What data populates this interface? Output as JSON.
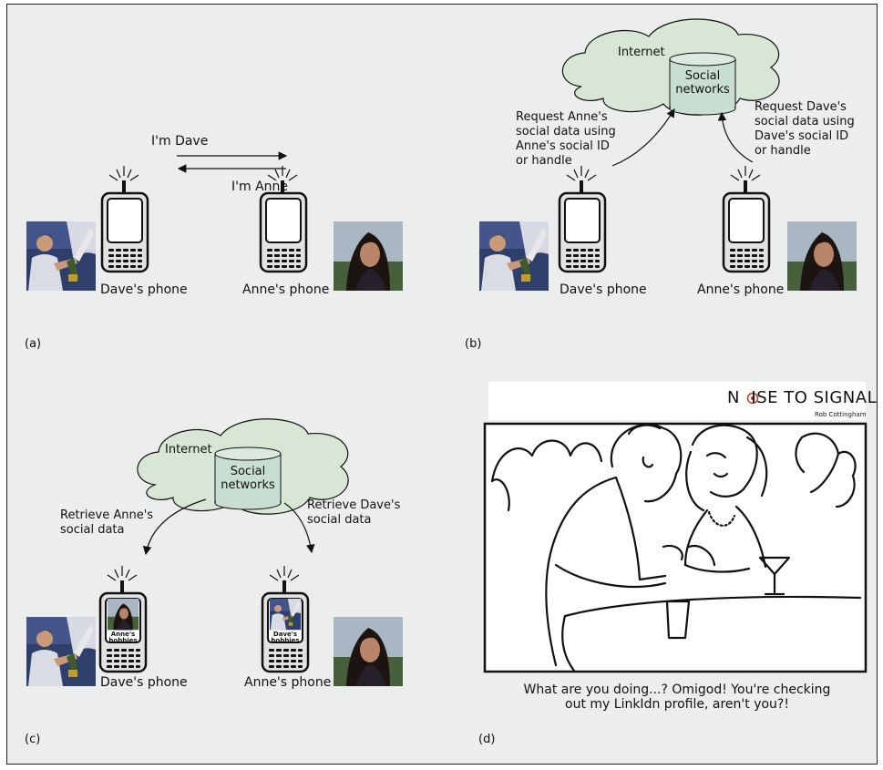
{
  "panels": {
    "a": {
      "letter": "(a)",
      "msg_dave": "I'm Dave",
      "msg_anne": "I'm Anne",
      "dave_phone": "Dave's phone",
      "anne_phone": "Anne's phone"
    },
    "b": {
      "letter": "(b)",
      "cloud_label": "Internet",
      "db_label": "Social\nnetworks",
      "request_anne": "Request Anne's\nsocial data using\nAnne's social ID\nor handle",
      "request_dave": "Request Dave's\nsocial data using\nDave's social ID\nor handle",
      "dave_phone": "Dave's phone",
      "anne_phone": "Anne's phone"
    },
    "c": {
      "letter": "(c)",
      "cloud_label": "Internet",
      "db_label": "Social\nnetworks",
      "retrieve_anne": "Retrieve Anne's\nsocial data",
      "retrieve_dave": "Retrieve Dave's\nsocial data",
      "dave_screen": "Anne's\nhobbies",
      "anne_screen": "Dave's\nhobbies",
      "dave_phone": "Dave's phone",
      "anne_phone": "Anne's phone"
    },
    "d": {
      "letter": "(d)",
      "brand": "N  ISE TO SIGNAL",
      "author": "Rob Cottingham",
      "caption": "What are you doing...? Omigod! You're checking\nout my LinkIdn profile, aren't you?!"
    }
  },
  "colors": {
    "background": "#eceded",
    "cloud": "#d8e6d5",
    "cylinder": "#c9ded3",
    "ink": "#111111"
  }
}
